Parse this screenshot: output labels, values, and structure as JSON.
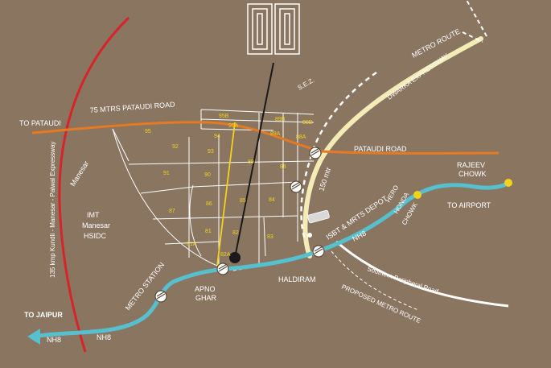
{
  "colors": {
    "background": "#8a7561",
    "red_expressway": "#d8232a",
    "orange_road": "#e67a22",
    "metro_route": "#f3ecb6",
    "nh8": "#56c0cf",
    "sector_label": "#f2d21b",
    "road_outline": "#ffffff",
    "chowk_dot": "#f2d21b",
    "pin": "#1a1a1a"
  },
  "icons": {
    "logo": "brand-monogram-icon",
    "metro_station": "metro-station-icon",
    "bus_depot": "bus-icon",
    "location_pin": "location-pin-icon",
    "chowk": "chowk-dot-icon"
  },
  "labels": {
    "pataudi_road_75m": "75 MTRS PATAUDI ROAD",
    "to_pataudi": "TO PATAUDI",
    "manesar": "Manesar",
    "imt_line1": "IMT",
    "imt_line2": "Manesar",
    "imt_line3": "HSIDC",
    "kmp_expressway": "135 kmp Kundli - Manesar - Palwal Expressway",
    "metro_route_top": "METRO ROUTE",
    "dwarka_expressway": "DWARKA EXPRESSWAY",
    "sez": "S.E.Z.",
    "pataudi_road": "PATAUDI ROAD",
    "rajeev_line1": "RAJEEV",
    "rajeev_line2": "CHOWK",
    "to_airport": "TO AIRPORT",
    "hero_line1": "HERO",
    "hero_line2": "HONDA",
    "hero_line3": "CHOWK",
    "isbt": "ISBT & MRTS DEPOT",
    "mtr_150": "150 mtr",
    "nh8_right": "NH8",
    "haldiram": "HALDIRAM",
    "southern_peripheral": "Southern Peripheral Road",
    "proposed_metro": "PROPOSED METRO ROUTE",
    "apno_line1": "APNO",
    "apno_line2": "GHAR",
    "metro_station": "METRO STATION",
    "to_jaipur": "TO JAIPUR",
    "nh8_left1": "NH8",
    "nh8_left2": "NH8"
  },
  "sectors": {
    "s95": "95",
    "s95b": "95B",
    "s95a": "95A",
    "s89b": "89B",
    "s88b": "88B",
    "s89a": "89A",
    "s88a": "88A",
    "s92": "92",
    "s94": "94",
    "s93": "93",
    "s89": "89",
    "s88": "88",
    "s91": "91",
    "s90": "90",
    "s86": "86",
    "s85": "85",
    "s84": "84",
    "s87": "87",
    "s81": "81",
    "s82": "82",
    "s83": "83",
    "s81a": "81A",
    "s82a": "82A"
  }
}
